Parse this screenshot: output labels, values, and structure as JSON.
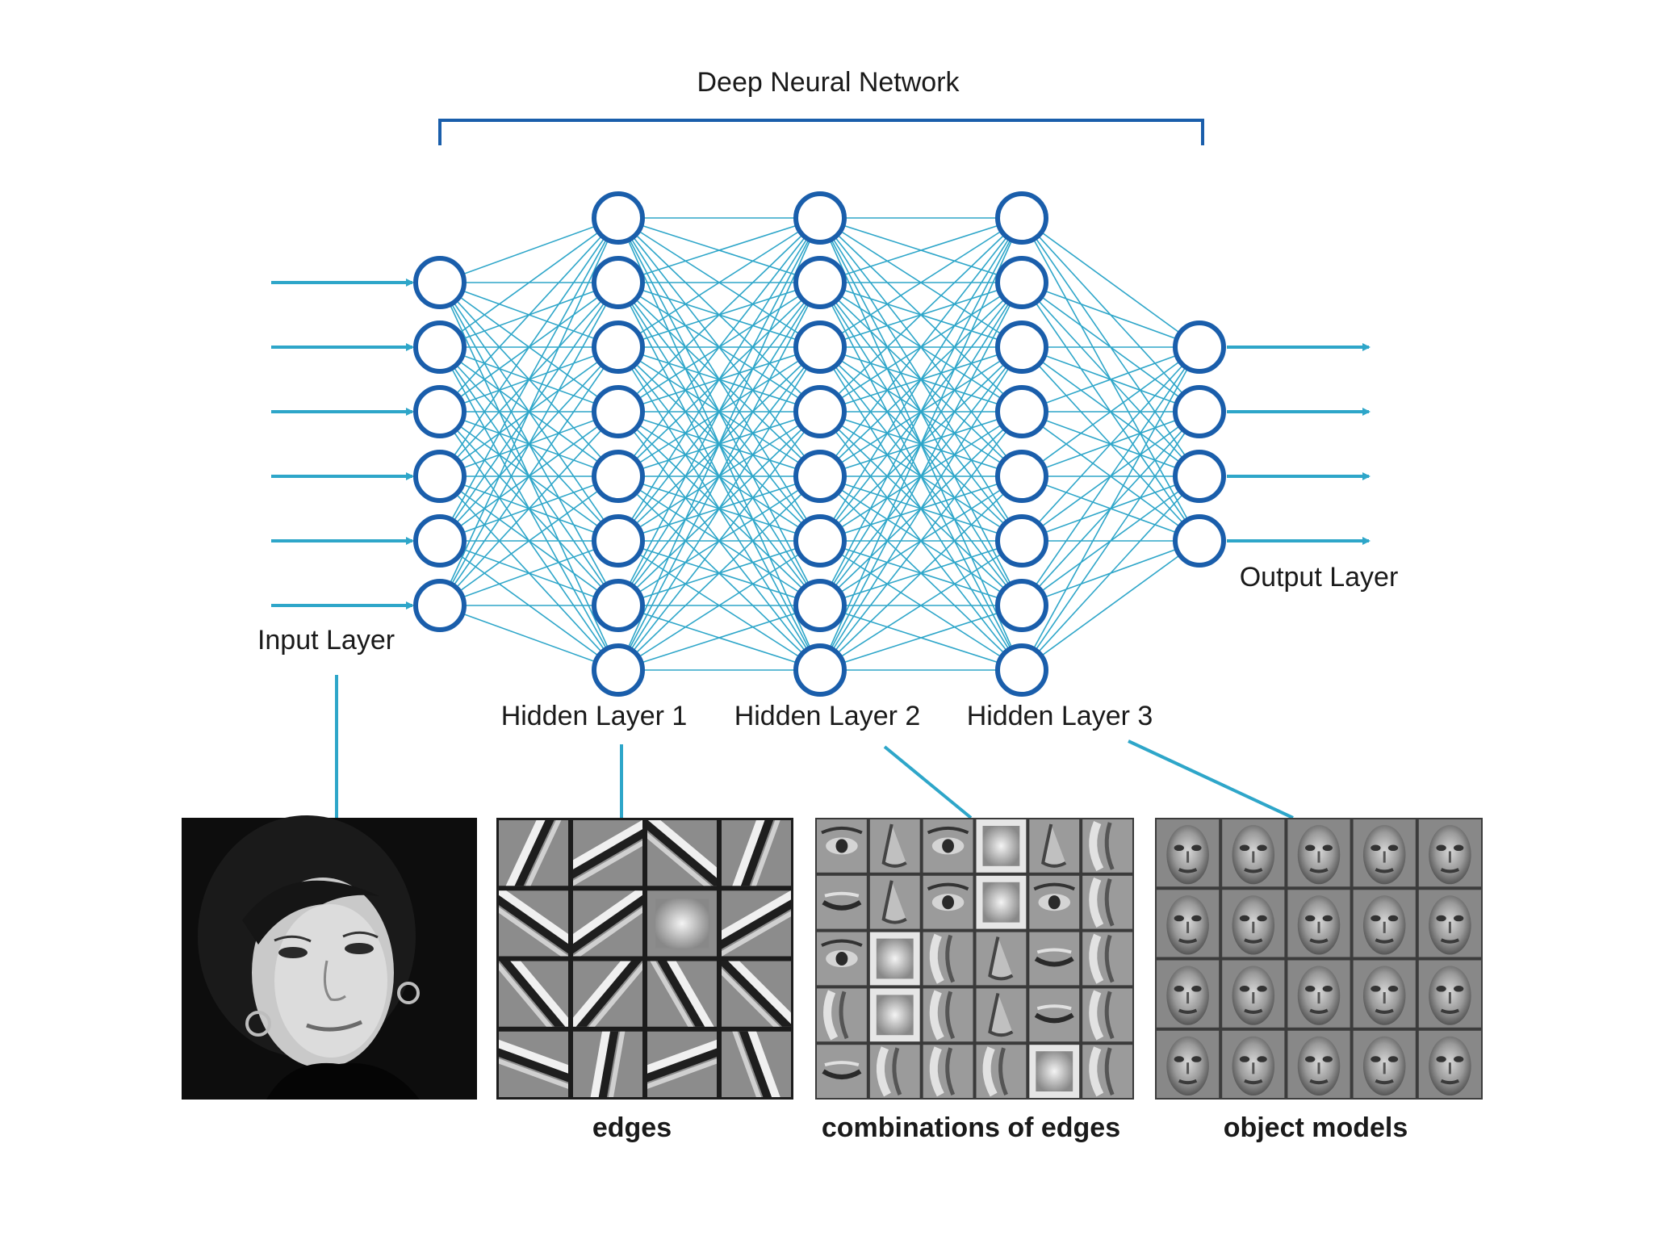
{
  "network": {
    "title": "Deep Neural Network",
    "input_label": "Input Layer",
    "output_label": "Output Layer",
    "hidden_labels": [
      "Hidden Layer 1",
      "Hidden Layer 2",
      "Hidden Layer 3"
    ],
    "layer_sizes": [
      6,
      8,
      8,
      8,
      4
    ],
    "colors": {
      "node": "#1a5eab",
      "connection": "#2ea6c9",
      "bracket": "#1a5eab",
      "arrow": "#2ea6c9"
    }
  },
  "panels": [
    {
      "id": "input-photo",
      "caption": "",
      "content": "portrait-photo"
    },
    {
      "id": "edges",
      "caption": "edges",
      "content": "edge-filters"
    },
    {
      "id": "combinations",
      "caption": "combinations of edges",
      "content": "facial-part-features"
    },
    {
      "id": "objects",
      "caption": "object models",
      "content": "face-models"
    }
  ]
}
